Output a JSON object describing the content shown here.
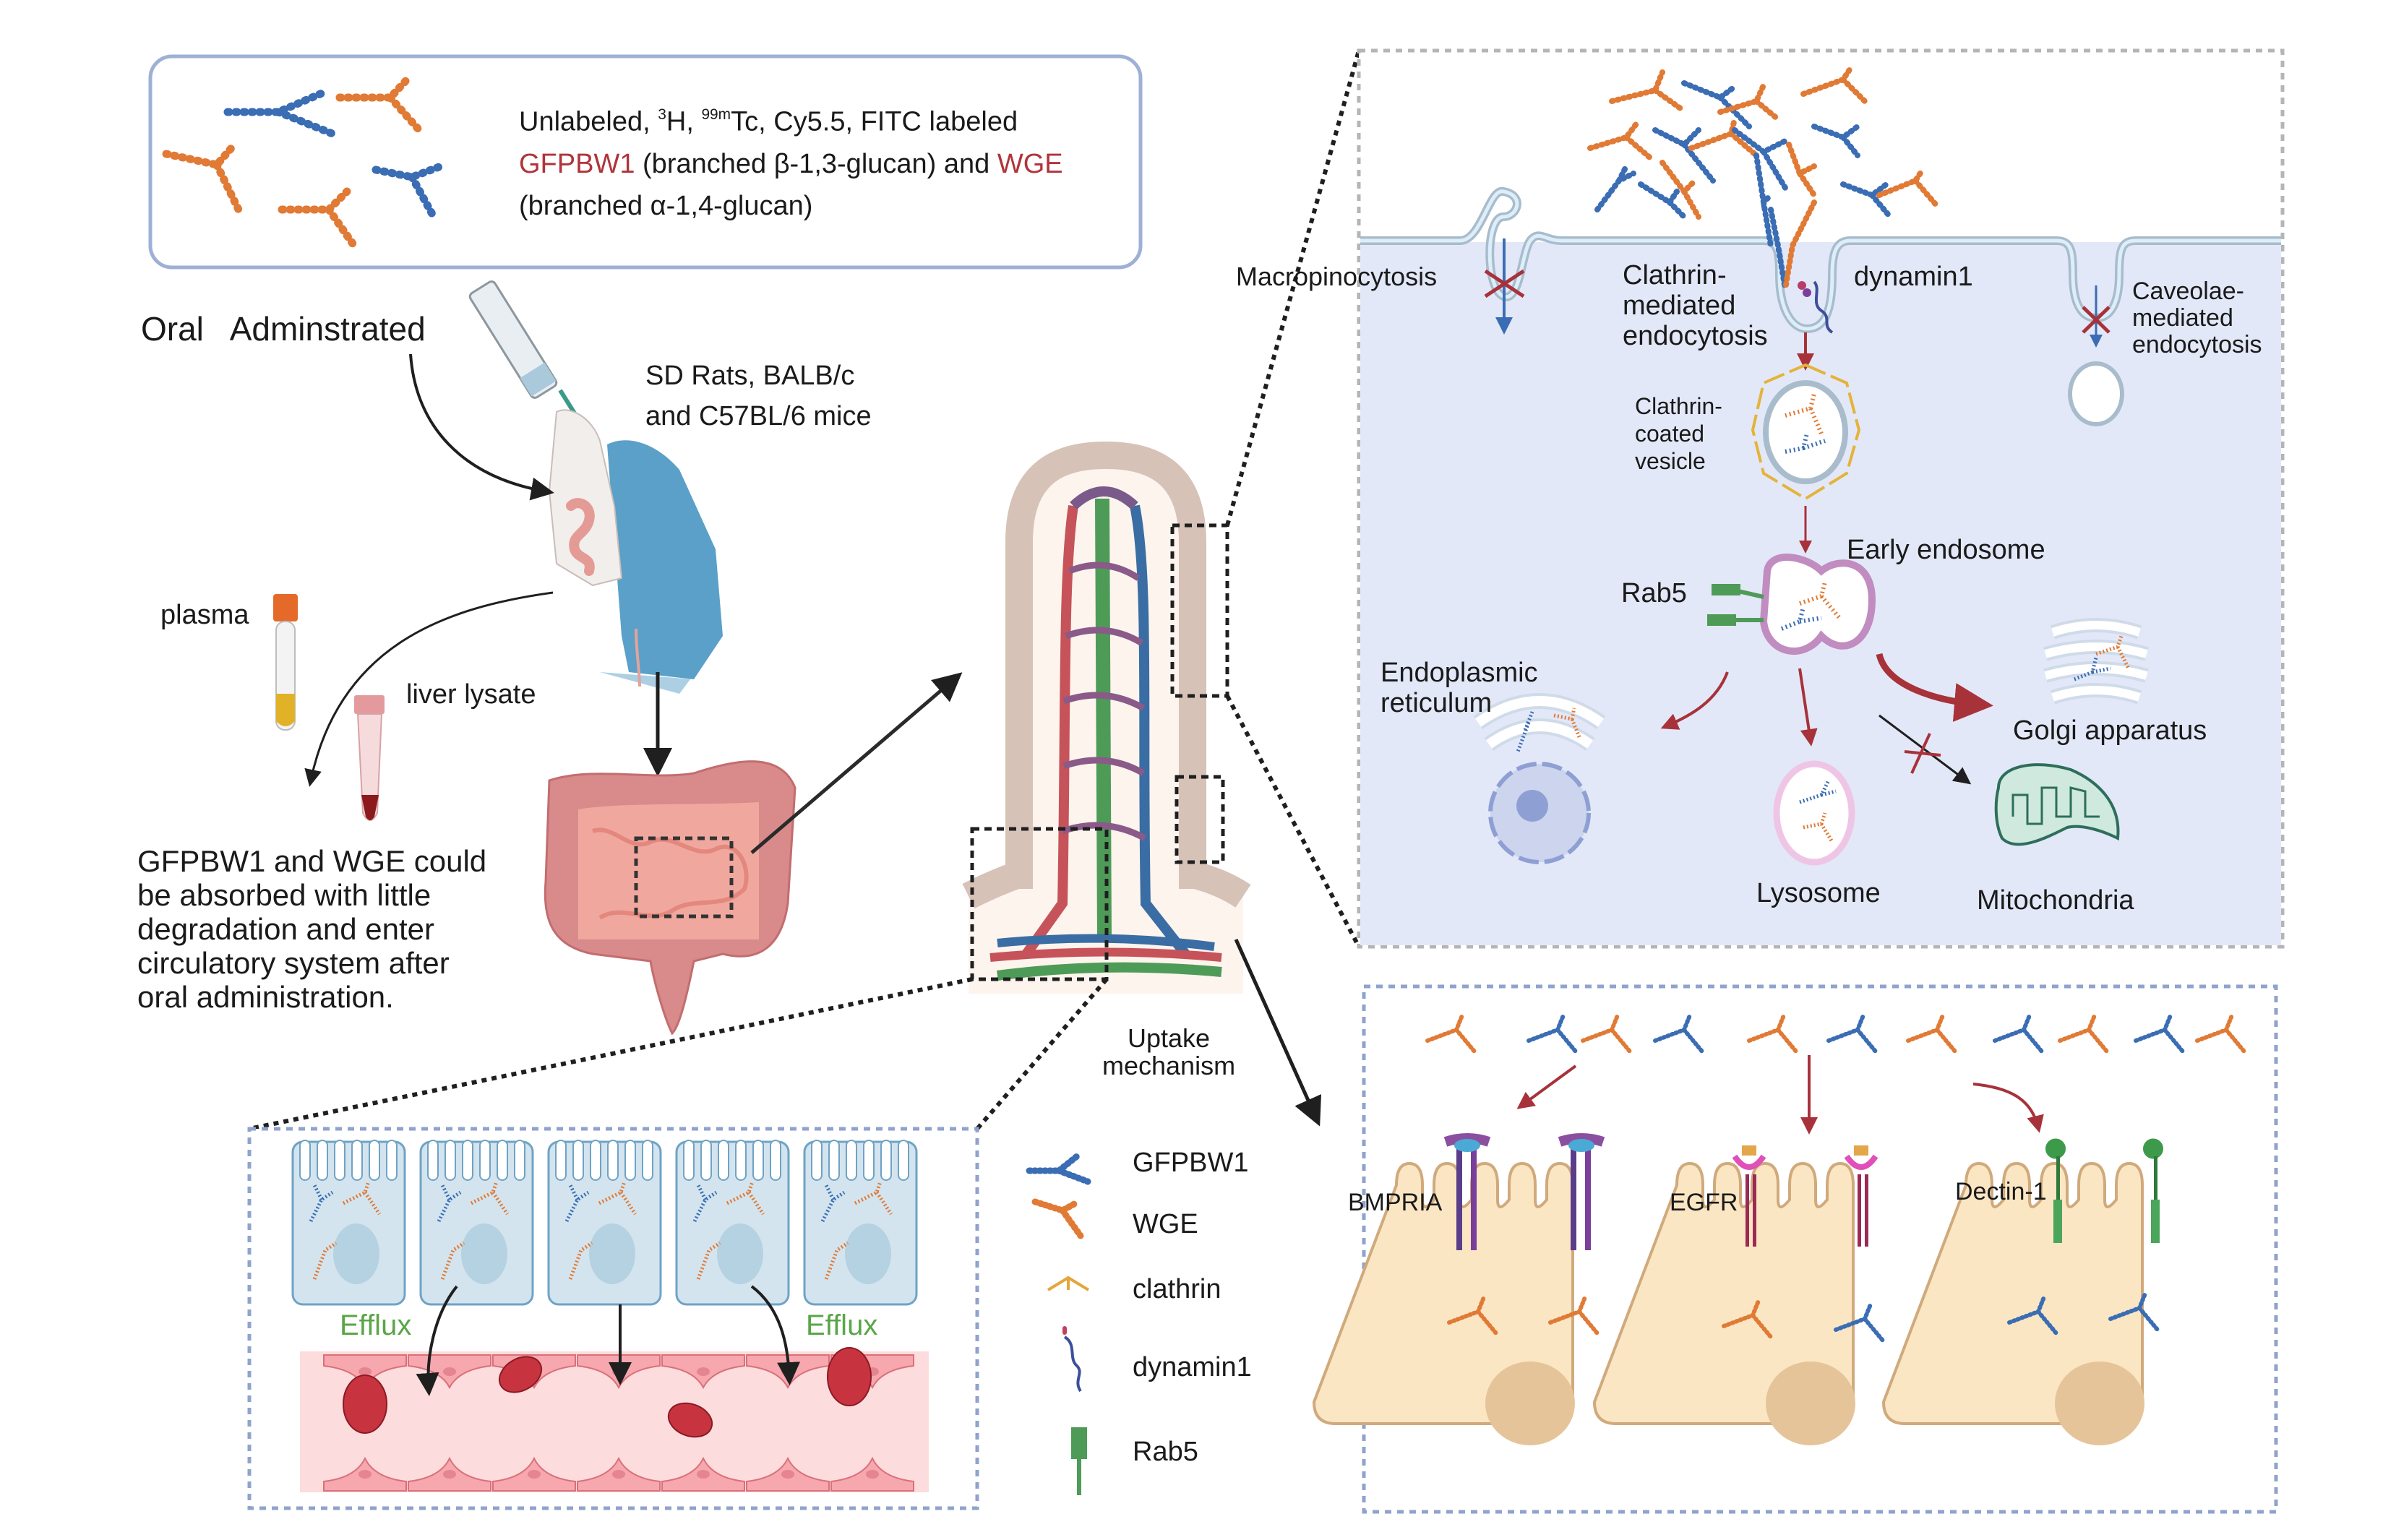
{
  "top_box": {
    "line1_prefix": "Unlabeled, ",
    "sup_3h": "3",
    "line1_3h": "H, ",
    "sup_tc": "99m",
    "line1_tc": "Tc, Cy5.5, FITC  labeled",
    "gfpbw1": "GFPBW1",
    "line2_mid": " (branched β-1,3-glucan) and ",
    "wge": "WGE",
    "line3": "(branched α-1,4-glucan)"
  },
  "left": {
    "oral": "Oral   Adminstrated",
    "animals_line1": "SD Rats, BALB/c",
    "animals_line2": "and C57BL/6 mice",
    "plasma": "plasma",
    "liver_lysate": "liver lysate",
    "conclusion": [
      "GFPBW1 and WGE could",
      "be absorbed with little",
      "degradation and enter",
      "circulatory system after",
      "oral administration."
    ]
  },
  "endocytosis_panel": {
    "macropinocytosis": "Macropinocytosis",
    "clathrin_mediated": [
      "Clathrin-",
      "mediated",
      "endocytosis"
    ],
    "dynamin1": "dynamin1",
    "caveolae_mediated": [
      "Caveolae-",
      "mediated",
      "endocytosis"
    ],
    "clathrin_coated_vesicle": [
      "Clathrin-",
      "coated",
      "vesicle"
    ],
    "early_endosome": "Early endosome",
    "rab5": "Rab5",
    "er": [
      "Endoplasmic",
      "reticulum"
    ],
    "golgi": "Golgi apparatus",
    "lysosome": "Lysosome",
    "mitochondria": "Mitochondria"
  },
  "efflux_panel": {
    "efflux_left": "Efflux",
    "efflux_right": "Efflux"
  },
  "uptake_label": [
    "Uptake",
    "mechanism"
  ],
  "legend": [
    {
      "icon": "gfpbw1-icon",
      "label": "GFPBW1"
    },
    {
      "icon": "wge-icon",
      "label": "WGE"
    },
    {
      "icon": "clathrin-icon",
      "label": "clathrin"
    },
    {
      "icon": "dynamin1-icon",
      "label": "dynamin1"
    },
    {
      "icon": "rab5-icon",
      "label": "Rab5"
    }
  ],
  "receptor_panel": {
    "bmpria": "BMPRIA",
    "egfr": "EGFR",
    "dectin1": "Dectin-1"
  },
  "colors": {
    "gfpbw1": "#3a6db3",
    "wge": "#e07a35",
    "highlight_red": "#b0343a",
    "efflux_green": "#5aa548",
    "cell_panel_bg": "#e3e8f8",
    "panel_border": "#8fa3cc"
  }
}
